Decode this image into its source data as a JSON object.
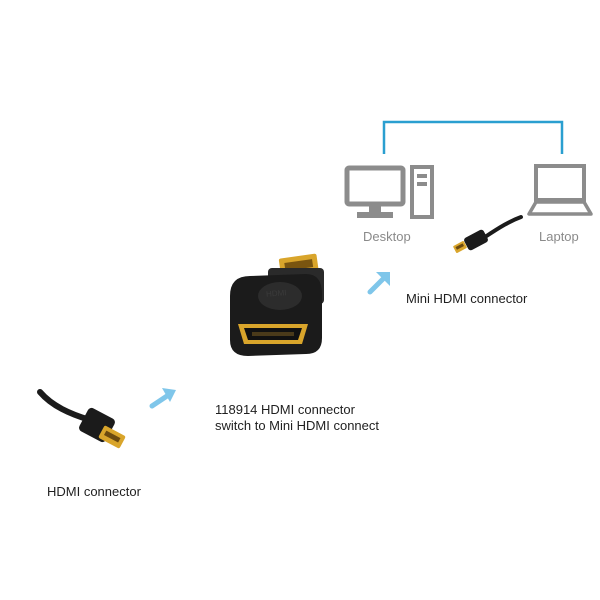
{
  "labels": {
    "desktop": "Desktop",
    "laptop": "Laptop",
    "mini_hdmi": "Mini HDMI connector",
    "adapter": "118914 HDMI connector switch to Mini HDMI connect",
    "hdmi": "HDMI connector",
    "adapter_stamp": "HDMI"
  },
  "icons": [
    "desktop-monitor-icon",
    "desktop-tower-icon",
    "laptop-icon",
    "arrow-icon"
  ],
  "colors": {
    "link_line": "#2a9fd0",
    "arrow": "#7fc6ea",
    "device_icon": "#8c8c8c",
    "gold": "#d9a52b",
    "connector_black": "#1b1b1b"
  }
}
